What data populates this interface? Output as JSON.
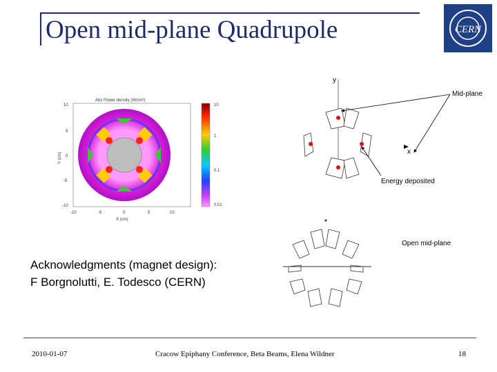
{
  "slide": {
    "title": "Open mid-plane Quadrupole",
    "logo_text": "CERN",
    "labels": {
      "y_axis": "y",
      "x_axis": "x",
      "mid_plane": "Mid-plane",
      "energy_deposited": "Energy deposited",
      "open_mid_plane": "Open mid-plane"
    },
    "plot": {
      "title": "Abs Power density (W/cm³)",
      "xlabel": "X (cm)",
      "ylabel": "Y (cm)",
      "x_ticks": [
        "-10",
        "-5",
        "0",
        "5",
        "10"
      ],
      "y_ticks": [
        "10",
        "5",
        "0",
        "-5",
        "-10"
      ],
      "colorbar_ticks": [
        "10",
        "1",
        "0.1",
        "0.01"
      ]
    },
    "acknowledgments": [
      "Acknowledgments (magnet design):",
      "F Borgnolutti, E. Todesco (CERN)"
    ],
    "footer": {
      "date": "2010-01-07",
      "conference": "Cracow Epiphany Conference, Beta Beams, Elena Wildner",
      "page": "18"
    },
    "colors": {
      "title": "#1f2a6b",
      "logo_bg": "#1f3f86",
      "magenta": "#d61fd6",
      "deposit_red": "#e01010"
    }
  }
}
